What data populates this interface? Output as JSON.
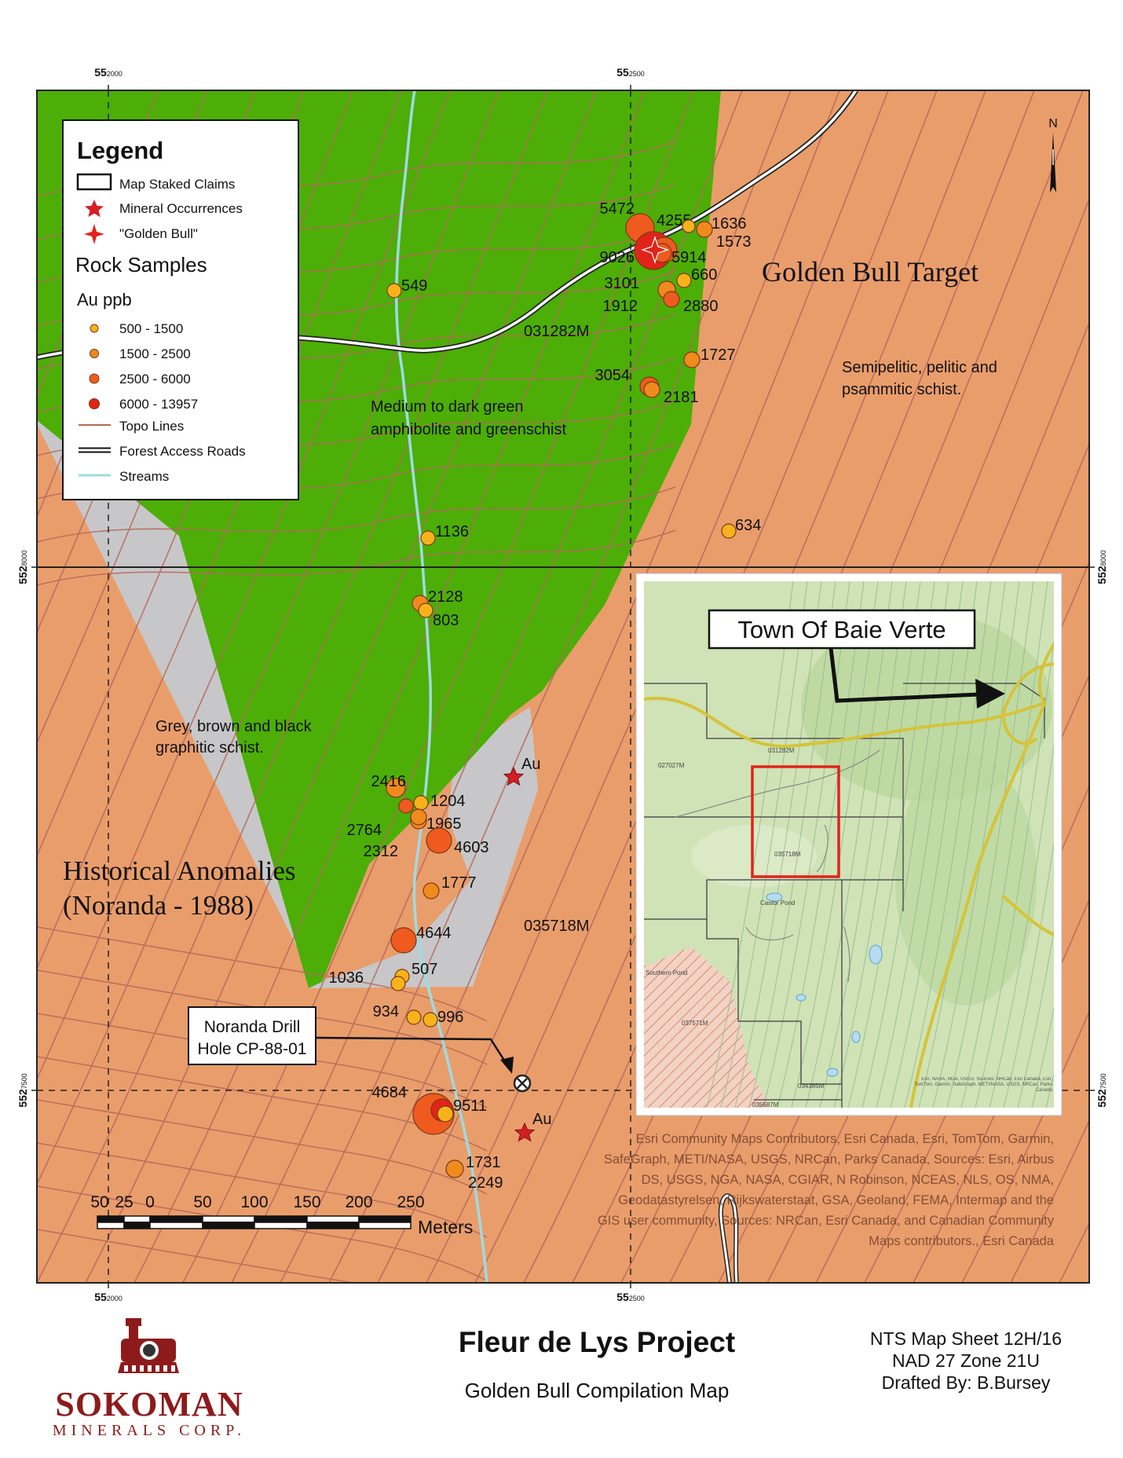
{
  "title": "Fleur de Lys Project",
  "subtitle": "Golden Bull Compilation Map",
  "meta": {
    "nts": "NTS Map Sheet 12H/16",
    "datum": "NAD 27 Zone 21U",
    "drafted": "Drafted By: B.Bursey"
  },
  "logo": {
    "name": "SOKOMAN",
    "sub": "MINERALS CORP."
  },
  "grid_labels": {
    "e_2000_prefix": "55",
    "e_2000_suffix": "2000",
    "e_2500_prefix": "55",
    "e_2500_suffix": "2500",
    "n_8000_prefix": "552",
    "n_8000_suffix": "8000",
    "n_7500_prefix": "552",
    "n_7500_suffix": "7500"
  },
  "north_arrow": "N",
  "legend": {
    "title": "Legend",
    "claims": "Map Staked Claims",
    "mineral": "Mineral Occurrences",
    "golden_bull": "\"Golden Bull\"",
    "rock_samples": "Rock Samples",
    "au_ppb": "Au ppb",
    "classes": [
      {
        "label": "500 - 1500",
        "color": "#f7b21b"
      },
      {
        "label": "1500 - 2500",
        "color": "#f08a1e"
      },
      {
        "label": "2500 - 6000",
        "color": "#ef5a1f"
      },
      {
        "label": "6000 - 13957",
        "color": "#e2231a"
      }
    ],
    "topo": "Topo Lines",
    "roads": "Forest Access Roads",
    "streams": "Streams"
  },
  "map_labels": {
    "golden_bull_target": "Golden Bull Target",
    "semipelitic_1": "Semipelitic, pelitic and",
    "semipelitic_2": "psammitic schist.",
    "amphibolite_1": "Medium to dark green",
    "amphibolite_2": "amphibolite and greenschist",
    "grey_1": "Grey, brown and black",
    "grey_2": "graphitic schist.",
    "hist_1": "Historical Anomalies",
    "hist_2": "(Noranda - 1988)",
    "claim_1": "031282M",
    "claim_2": "035718M",
    "au_1": "Au",
    "au_2": "Au",
    "drill_1": "Noranda Drill",
    "drill_2": "Hole CP-88-01"
  },
  "samples": [
    {
      "label": "5472",
      "cls": 2
    },
    {
      "label": "4255",
      "cls": 1
    },
    {
      "label": "1636",
      "cls": 1
    },
    {
      "label": "1573",
      "cls": 0
    },
    {
      "label": "9026",
      "cls": 3
    },
    {
      "label": "5914",
      "cls": 2
    },
    {
      "label": "3101",
      "cls": 2
    },
    {
      "label": "660",
      "cls": 0
    },
    {
      "label": "1912",
      "cls": 1
    },
    {
      "label": "2880",
      "cls": 2
    },
    {
      "label": "549",
      "cls": 0
    },
    {
      "label": "1727",
      "cls": 1
    },
    {
      "label": "3054",
      "cls": 2
    },
    {
      "label": "2181",
      "cls": 1
    },
    {
      "label": "634",
      "cls": 0
    },
    {
      "label": "1136",
      "cls": 0
    },
    {
      "label": "2128",
      "cls": 1
    },
    {
      "label": "803",
      "cls": 0
    },
    {
      "label": "2416",
      "cls": 1
    },
    {
      "label": "1204",
      "cls": 0
    },
    {
      "label": "2764",
      "cls": 2
    },
    {
      "label": "1965",
      "cls": 1
    },
    {
      "label": "2312",
      "cls": 1
    },
    {
      "label": "4603",
      "cls": 2
    },
    {
      "label": "1777",
      "cls": 1
    },
    {
      "label": "4644",
      "cls": 2
    },
    {
      "label": "507",
      "cls": 0
    },
    {
      "label": "1036",
      "cls": 0
    },
    {
      "label": "934",
      "cls": 0
    },
    {
      "label": "996",
      "cls": 0
    },
    {
      "label": "4684",
      "cls": 2
    },
    {
      "label": "9511",
      "cls": 3
    },
    {
      "label": "1731",
      "cls": 1
    },
    {
      "label": "2249",
      "cls": 0
    }
  ],
  "inset": {
    "town": "Town Of Baie Verte",
    "claims": [
      "027027M",
      "031282M",
      "035718M",
      "037571M",
      "034385M",
      "035687M"
    ],
    "castor": "Castor Pond",
    "southern": "Southern Pond",
    "credits": "Esri, NASA, NGA, USGS, Sources: NRCan, Esri Canada, Esri, TomTom, Garmin, SafeGraph, METI/NASA, USGS, NRCan, Parks Canada"
  },
  "scale": {
    "ticks": [
      "50",
      "25",
      "0",
      "50",
      "100",
      "150",
      "200",
      "250"
    ],
    "unit": "Meters"
  },
  "attribution": [
    "Esri Community Maps Contributors, Esri Canada, Esri, TomTom, Garmin,",
    "SafeGraph, METI/NASA, USGS, NRCan, Parks Canada, Sources: Esri, Airbus",
    "DS, USGS, NGA, NASA, CGIAR, N Robinson, NCEAS, NLS, OS, NMA,",
    "Geodatastyrelsen, Rijkswaterstaat, GSA, Geoland, FEMA, Intermap and the",
    "GIS user community, Sources: NRCan, Esri Canada, and Canadian Community",
    "Maps contributors., Esri Canada"
  ]
}
